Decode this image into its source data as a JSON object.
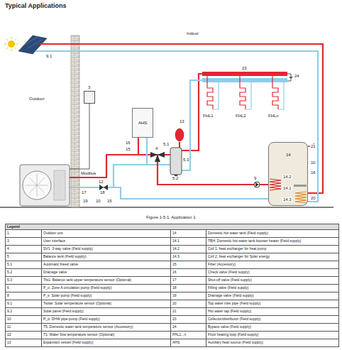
{
  "diagram": {
    "title": "Typical Applications",
    "caption": "Figure 1-5.1: Application 1",
    "nodes": [
      {
        "text": [
          "3"
        ]
      },
      {
        "text": [
          "AHS"
        ]
      },
      {
        "text": [
          "14"
        ]
      }
    ],
    "labels": [
      "Indoor",
      "Outdoor",
      "9.1",
      "13",
      "5.1",
      "5.3",
      "5.2",
      "4",
      "16",
      "15",
      "23",
      "24",
      "FHL1",
      "FHL2",
      "FHLn",
      "9",
      "21",
      "10",
      "16",
      "14.2",
      "14.1",
      "14.3",
      "20",
      "Modbus",
      "12",
      "17",
      "18",
      "19",
      "10",
      "15",
      "Legend",
      "1",
      "Outdoor unit",
      "14",
      "Domestic hot water tank (Field supply)",
      "3",
      "User interface",
      "14.1",
      "TBH: Domestic hot water tank booster heater (Field supply)",
      "4",
      "SV1: 3-way valve (Field supply)",
      "14.2",
      "Coil 1, heat exchanger for heat pump",
      "5",
      "Balance tank (Field supply)",
      "14.3",
      "Coil 2, heat exchanger for Solar energy",
      "5.1",
      "Automatic bleed valve",
      "15",
      "Filter (Accessory)",
      "5.2",
      "Drainage valve",
      "16",
      "Check valve (Field supply)",
      "5.3",
      "Tbt1: Balance tank upper temperature sensor (Optional)",
      "17",
      "Shut-off valve (Field supply)",
      "6",
      "P_o: Zone A circulation pump (Field supply)",
      "18",
      "Filling valve (Field supply)",
      "8",
      "P_s: Solar pump (Field supply)",
      "19",
      "Drainage valve (Field supply)",
      "9.1",
      "Tsolar: Solar temperature sensor (Optional)",
      "20",
      "Top water inlet pipe (Field supply)",
      "9.2",
      "Solar panel (Field supply)",
      "21",
      "Hot water tap (Field supply)",
      "10",
      "P_d: DHW pipe pump (Field supply)",
      "23",
      "Collector/distributor (Field supply)",
      "11",
      "T5: Domestic water tank temperature sensor (Accessory)",
      "24",
      "Bypass valve (Field supply)",
      "12",
      "T1: Water flow temperature sensor (Optional)",
      "FHL1...n",
      "Floor heating loop (Field supply)",
      "13",
      "Expansion vessel (Field supply)",
      "AHS",
      "Auxiliary heat source (Field supply)"
    ]
  }
}
